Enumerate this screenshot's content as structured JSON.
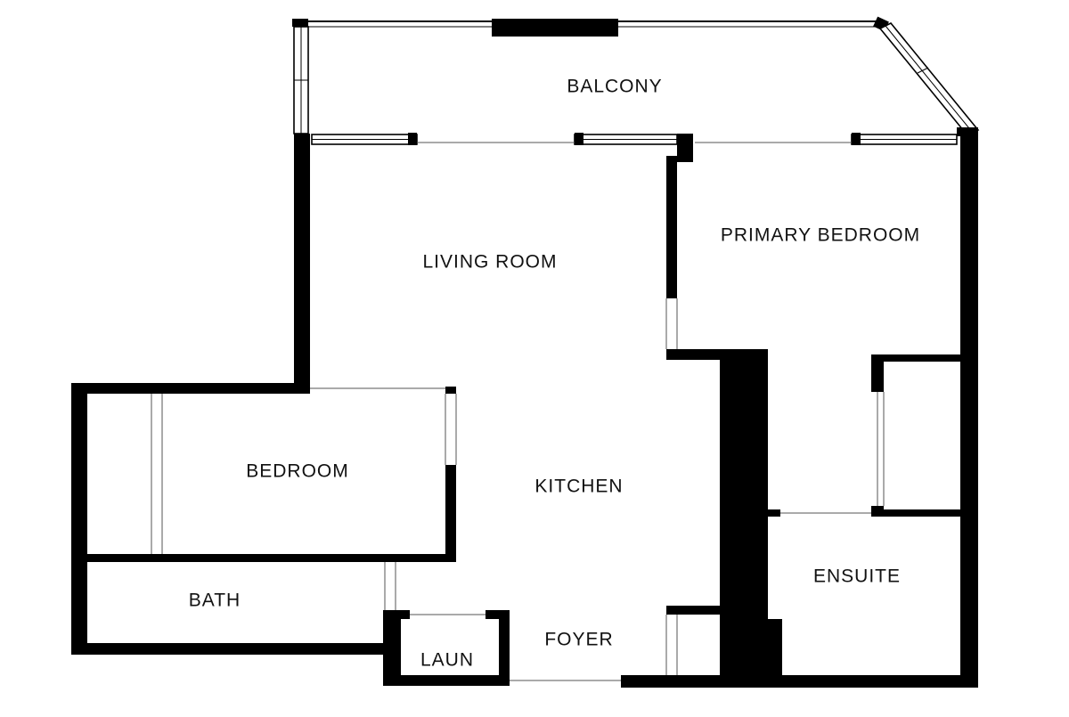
{
  "rooms": {
    "balcony": "BALCONY",
    "living_room": "LIVING ROOM",
    "primary_bedroom": "PRIMARY BEDROOM",
    "bedroom": "BEDROOM",
    "kitchen": "KITCHEN",
    "bath": "BATH",
    "ensuite": "ENSUITE",
    "laundry": "LAUN",
    "foyer": "FOYER"
  },
  "colors": {
    "wall": "#000000",
    "background": "#ffffff",
    "label": "#111111"
  }
}
